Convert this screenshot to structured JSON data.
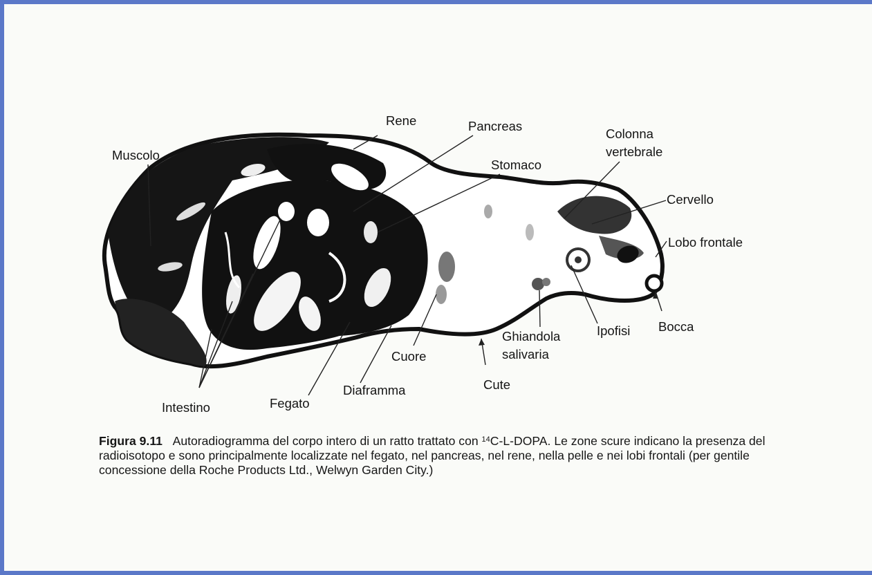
{
  "labels": {
    "rene": "Rene",
    "pancreas": "Pancreas",
    "stomaco": "Stomaco",
    "colonna": "Colonna",
    "vertebrale": "vertebrale",
    "muscolo": "Muscolo",
    "cervello": "Cervello",
    "lobo_frontale": "Lobo frontale",
    "bocca": "Bocca",
    "ipofisi": "Ipofisi",
    "ghiandola": "Ghiandola",
    "salivaria": "salivaria",
    "cute": "Cute",
    "cuore": "Cuore",
    "diaframma": "Diaframma",
    "fegato": "Fegato",
    "intestino": "Intestino"
  },
  "caption": {
    "number": "Figura 9.11",
    "text_before": "Autoradiogramma del corpo intero di un ratto trattato con ",
    "isotope_mass": "14",
    "text_after": "C-L-DOPA. Le zone scure indicano la presenza del radioisotopo e sono principalmente localizzate nel fegato, nel pancreas, nel rene, nella pelle e nei lobi frontali (per gentile concessione della Roche Products Ltd., Welwyn Garden City.)"
  },
  "colors": {
    "frame": "#5b78c8",
    "paper": "#fafbf8",
    "ink": "#141414"
  }
}
